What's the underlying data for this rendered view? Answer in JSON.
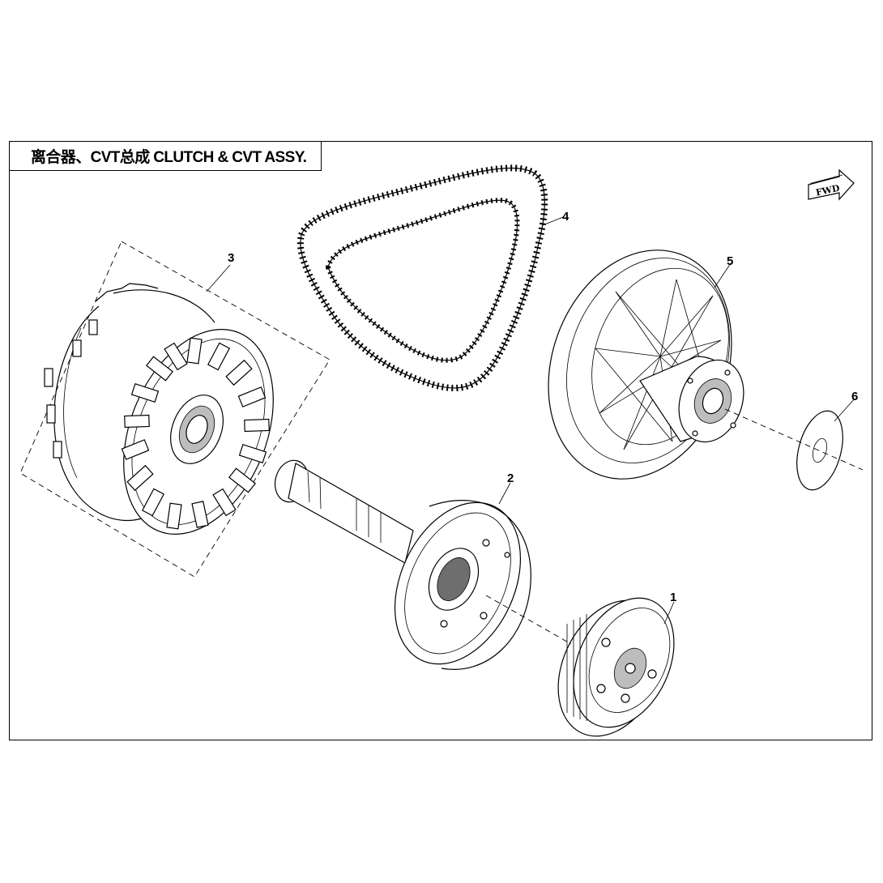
{
  "title": "离合器、CVT总成 CLUTCH & CVT ASSY.",
  "fwd_label": "FWD",
  "callouts": [
    {
      "id": "1",
      "label": "1"
    },
    {
      "id": "2",
      "label": "2"
    },
    {
      "id": "3",
      "label": "3"
    },
    {
      "id": "4",
      "label": "4"
    },
    {
      "id": "5",
      "label": "5"
    },
    {
      "id": "6",
      "label": "6"
    }
  ],
  "parts": [
    {
      "callout": "1",
      "icon": "clutch-shoe-assembly"
    },
    {
      "callout": "2",
      "icon": "clutch-drum-shaft"
    },
    {
      "callout": "3",
      "icon": "drive-pulley-assembly"
    },
    {
      "callout": "4",
      "icon": "drive-belt"
    },
    {
      "callout": "5",
      "icon": "driven-pulley-assembly"
    },
    {
      "callout": "6",
      "icon": "washer"
    }
  ]
}
